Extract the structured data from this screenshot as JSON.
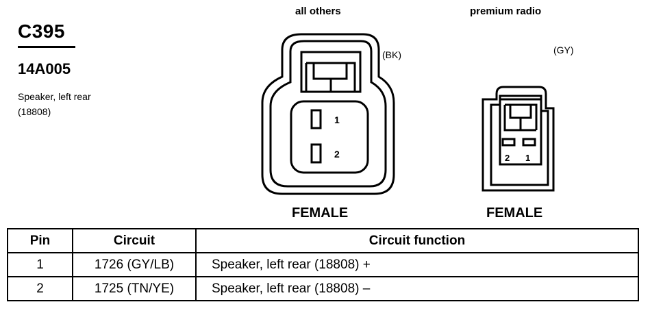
{
  "header": {
    "connector_id": "C395",
    "part_number": "14A005",
    "description": "Speaker, left rear",
    "base_part": "(18808)"
  },
  "connectors": [
    {
      "variant": "all others",
      "color_code": "(BK)",
      "pins": [
        "1",
        "2"
      ],
      "gender": "FEMALE"
    },
    {
      "variant": "premium radio",
      "color_code": "(GY)",
      "pins": [
        "2",
        "1"
      ],
      "gender": "FEMALE"
    }
  ],
  "table": {
    "headers": [
      "Pin",
      "Circuit",
      "Circuit function"
    ],
    "rows": [
      [
        "1",
        "1726 (GY/LB)",
        "Speaker, left rear (18808) +"
      ],
      [
        "2",
        "1725 (TN/YE)",
        "Speaker, left rear (18808) –"
      ]
    ]
  }
}
